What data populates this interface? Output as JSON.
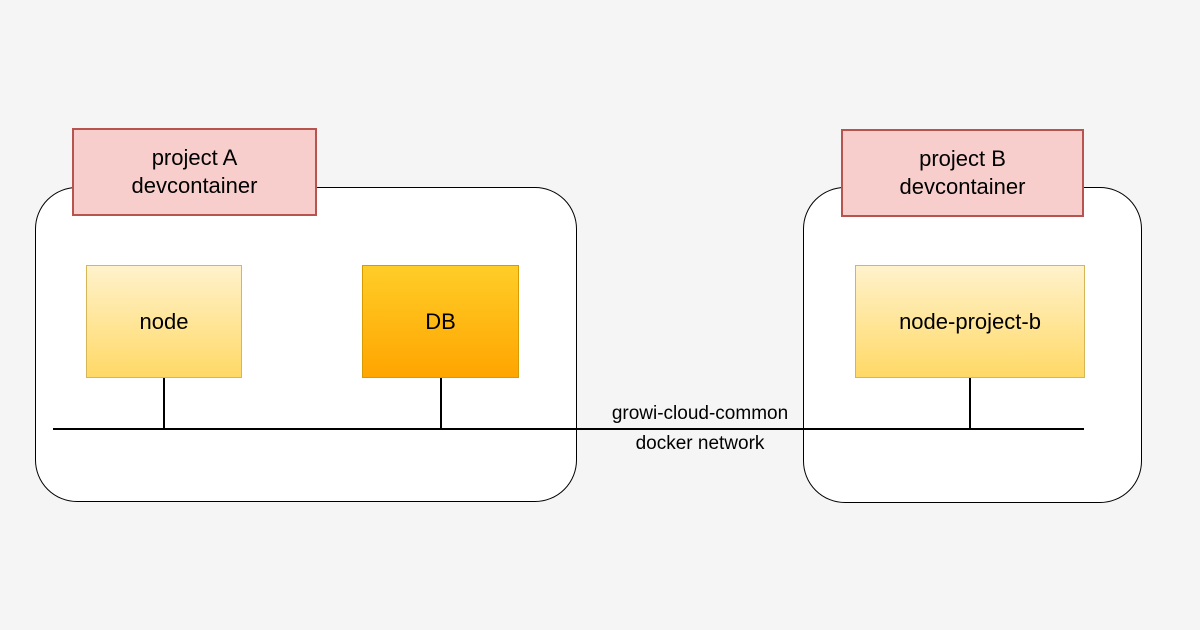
{
  "project_a": {
    "title_line1": "project A",
    "title_line2": "devcontainer",
    "node_label": "node",
    "db_label": "DB"
  },
  "project_b": {
    "title_line1": "project B",
    "title_line2": "devcontainer",
    "node_label": "node-project-b"
  },
  "network": {
    "label_line1": "growi-cloud-common",
    "label_line2": "docker network"
  },
  "colors": {
    "page_background": "#f5f5f5",
    "container_fill": "#ffffff",
    "container_border": "#000000",
    "title_box_fill": "#f8cecc",
    "title_box_border": "#b85450",
    "node_gradient_top": "#fff2cc",
    "node_gradient_bottom": "#ffd966",
    "node_border": "#d6b656",
    "db_gradient_top": "#ffcd28",
    "db_gradient_bottom": "#ffa500",
    "db_border": "#d79b00",
    "network_line": "#000000",
    "text": "#000000"
  }
}
